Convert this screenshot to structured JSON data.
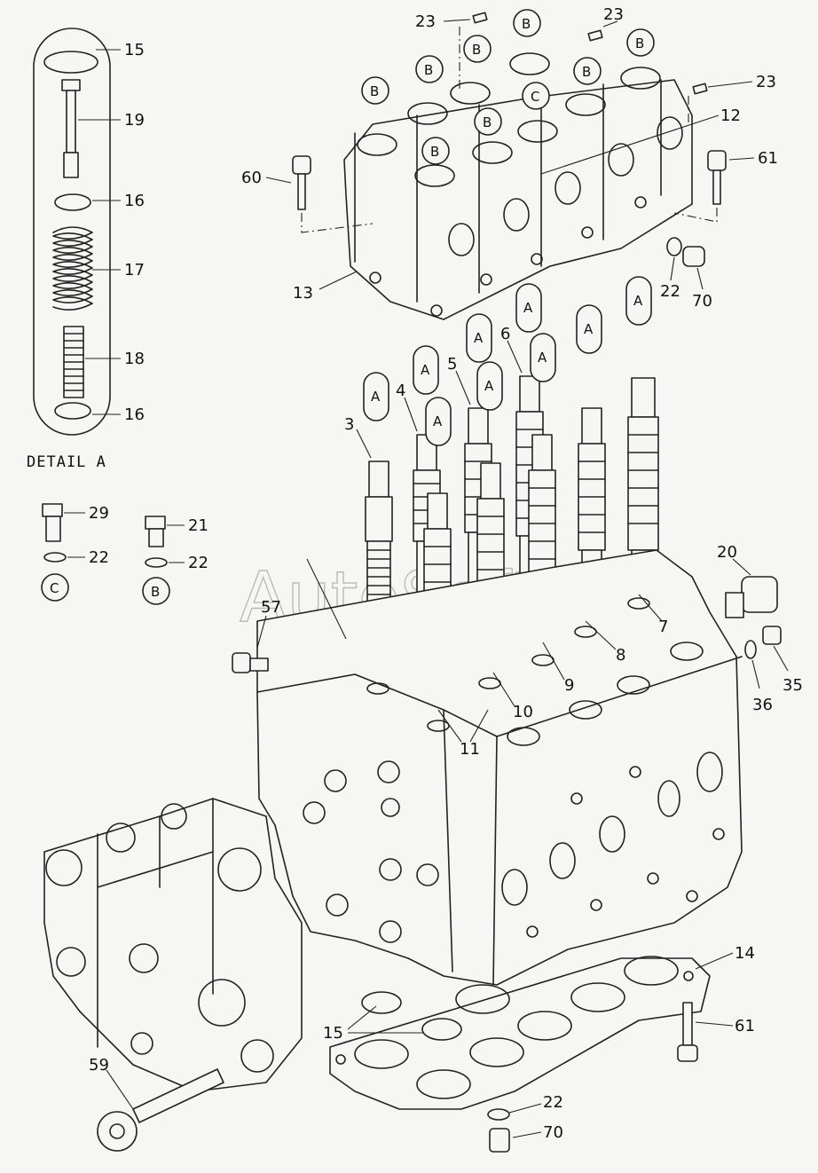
{
  "diagram": {
    "detail_caption": "DETAIL A",
    "watermark": "AutoSoft",
    "part_numbers": {
      "p3": "3",
      "p4": "4",
      "p5": "5",
      "p6": "6",
      "p7": "7",
      "p8": "8",
      "p9": "9",
      "p10": "10",
      "p11": "11",
      "p12": "12",
      "p13": "13",
      "p14": "14",
      "p15_detail": "15",
      "p15_bottom": "15",
      "p16_top": "16",
      "p16_bottom": "16",
      "p17": "17",
      "p18": "18",
      "p19": "19",
      "p20": "20",
      "p21": "21",
      "p22_c": "22",
      "p22_b": "22",
      "p22_right": "22",
      "p22_bottom": "22",
      "p23_top": "23",
      "p23_top2": "23",
      "p23_right": "23",
      "p29": "29",
      "p35": "35",
      "p36": "36",
      "p57": "57",
      "p59": "59",
      "p60": "60",
      "p61_top": "61",
      "p61_bottom": "61",
      "p70_right": "70",
      "p70_bottom": "70"
    },
    "callouts": {
      "A": "A",
      "B": "B",
      "C": "C"
    }
  }
}
